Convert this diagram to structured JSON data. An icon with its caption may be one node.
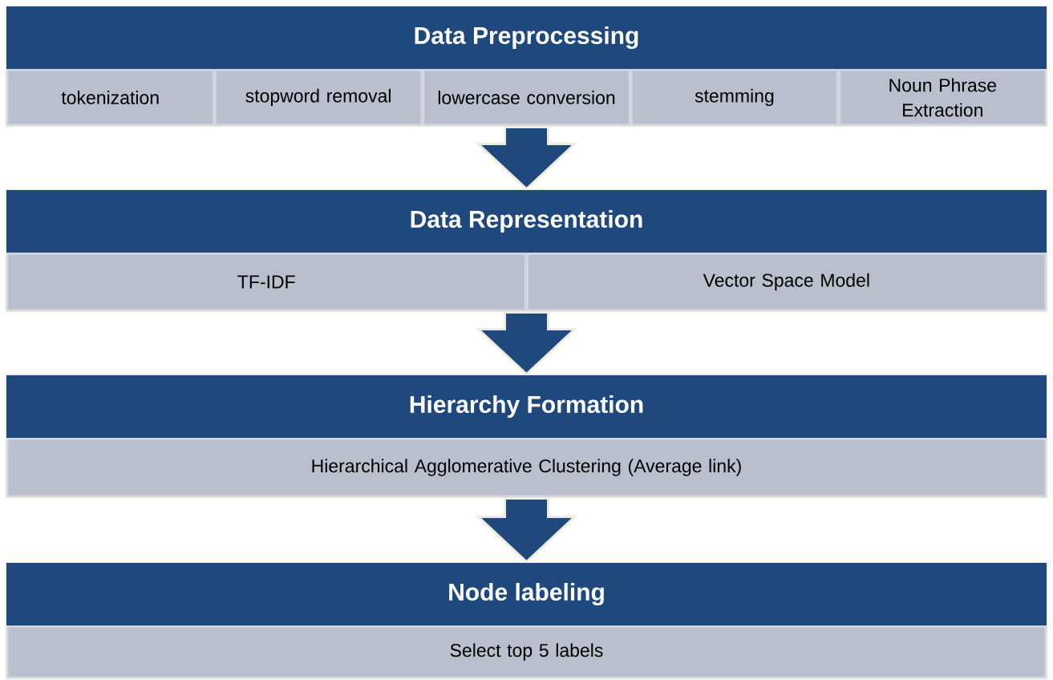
{
  "diagram": {
    "nodes": [
      {
        "text": [
          "Data Preprocessing"
        ]
      },
      {
        "text": [
          "tokenization"
        ],
        "in": 0
      },
      {
        "text": [
          "stopword removal"
        ],
        "in": 0
      },
      {
        "text": [
          "lowercase conversion"
        ],
        "in": 0
      },
      {
        "text": [
          "stemming"
        ],
        "in": 0
      },
      {
        "text": [
          "Noun Phrase Extraction"
        ],
        "in": 0
      },
      {
        "text": [
          "Data Representation"
        ]
      },
      {
        "text": [
          "TF-IDF"
        ],
        "in": 6
      },
      {
        "text": [
          "Vector Space Model"
        ],
        "in": 6
      },
      {
        "text": [
          "Hierarchy Formation"
        ]
      },
      {
        "text": [
          "Hierarchical Agglomerative Clustering (Average link)"
        ],
        "in": 9
      },
      {
        "text": [
          "Node labeling"
        ]
      },
      {
        "text": [
          "Select top 5 labels"
        ],
        "in": 11
      }
    ],
    "edges": [
      {
        "from": 0,
        "to": 6,
        "arrow": "to"
      },
      {
        "from": 6,
        "to": 9,
        "arrow": "to"
      },
      {
        "from": 9,
        "to": 11,
        "arrow": "to"
      }
    ]
  }
}
